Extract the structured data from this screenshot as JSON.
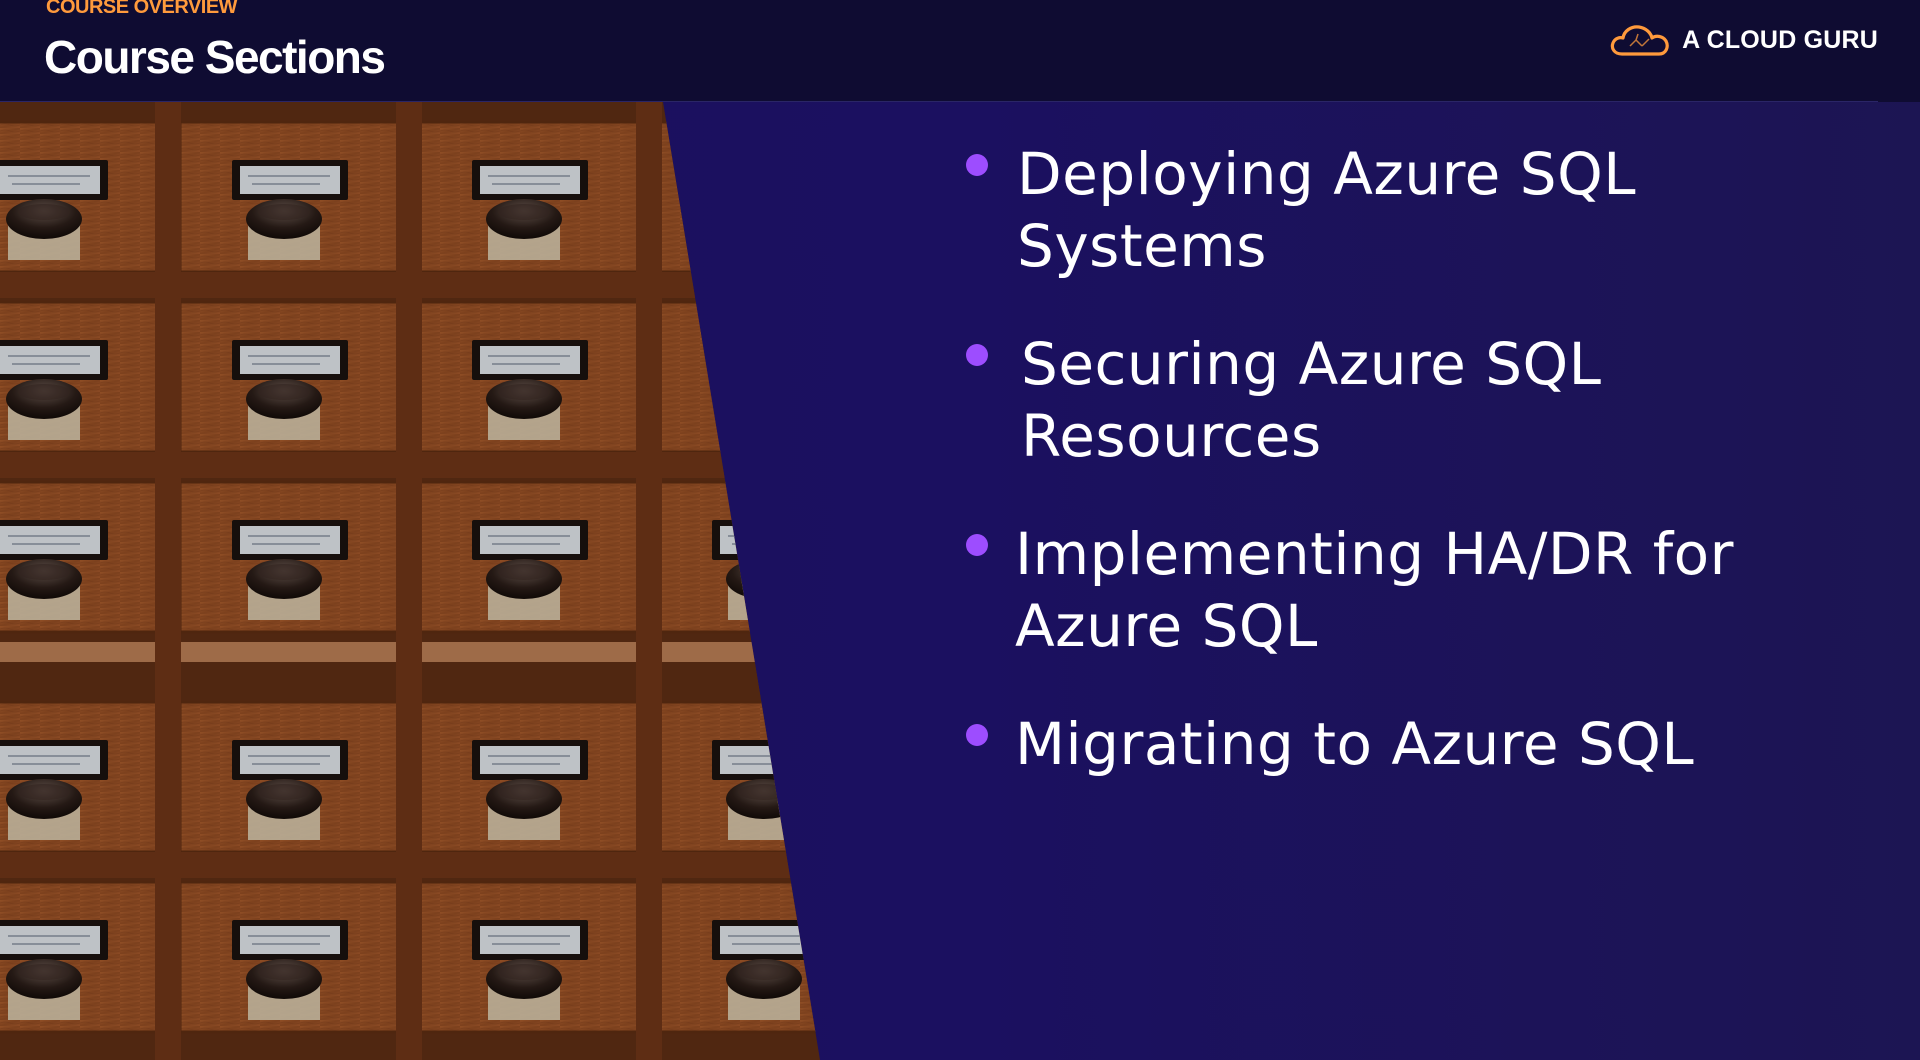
{
  "header": {
    "eyebrow": "COURSE OVERVIEW",
    "title": "Course Sections",
    "brand_name": "A CLOUD GURU",
    "brand_icon": "cloud-logo-icon",
    "brand_color": "#ff9a3c"
  },
  "bullets": [
    "Deploying Azure SQL Systems",
    "Securing Azure SQL Resources",
    "Implementing HA/DR for Azure SQL",
    "Migrating to Azure SQL"
  ],
  "colors": {
    "background": "#1b1060",
    "header_background": "#0f0c32",
    "bullet_dot": "#9d4dff",
    "eyebrow": "#ff9a3c",
    "text": "#ffffff"
  }
}
